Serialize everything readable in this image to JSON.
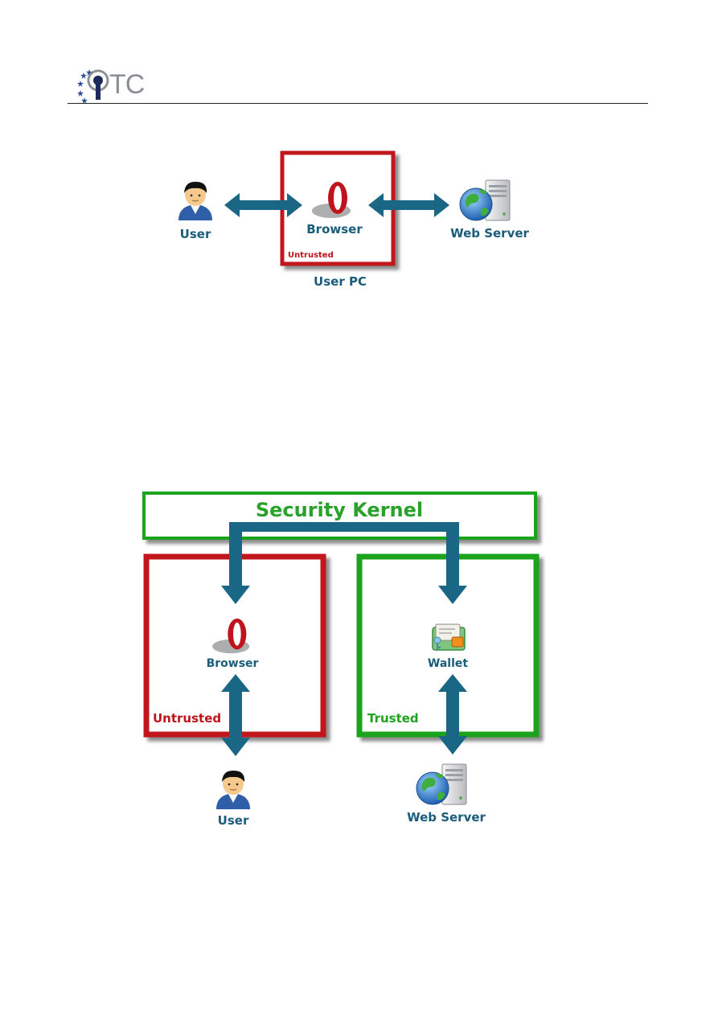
{
  "header": {
    "logo_text": "TC"
  },
  "diagram1": {
    "user_label": "User",
    "browser_label": "Browser",
    "web_server_label": "Web Server",
    "untrusted_label": "Untrusted",
    "pc_label": "User PC"
  },
  "diagram2": {
    "kernel_label": "Security Kernel",
    "browser_label": "Browser",
    "wallet_label": "Wallet",
    "untrusted_label": "Untrusted",
    "trusted_label": "Trusted",
    "user_label": "User",
    "web_server_label": "Web Server"
  },
  "colors": {
    "untrusted_red": "#c0141c",
    "trusted_green": "#1fa31f",
    "arrow_teal": "#1a6685",
    "label_blue": "#1a5c7a",
    "kernel_green": "#2aa12a"
  }
}
